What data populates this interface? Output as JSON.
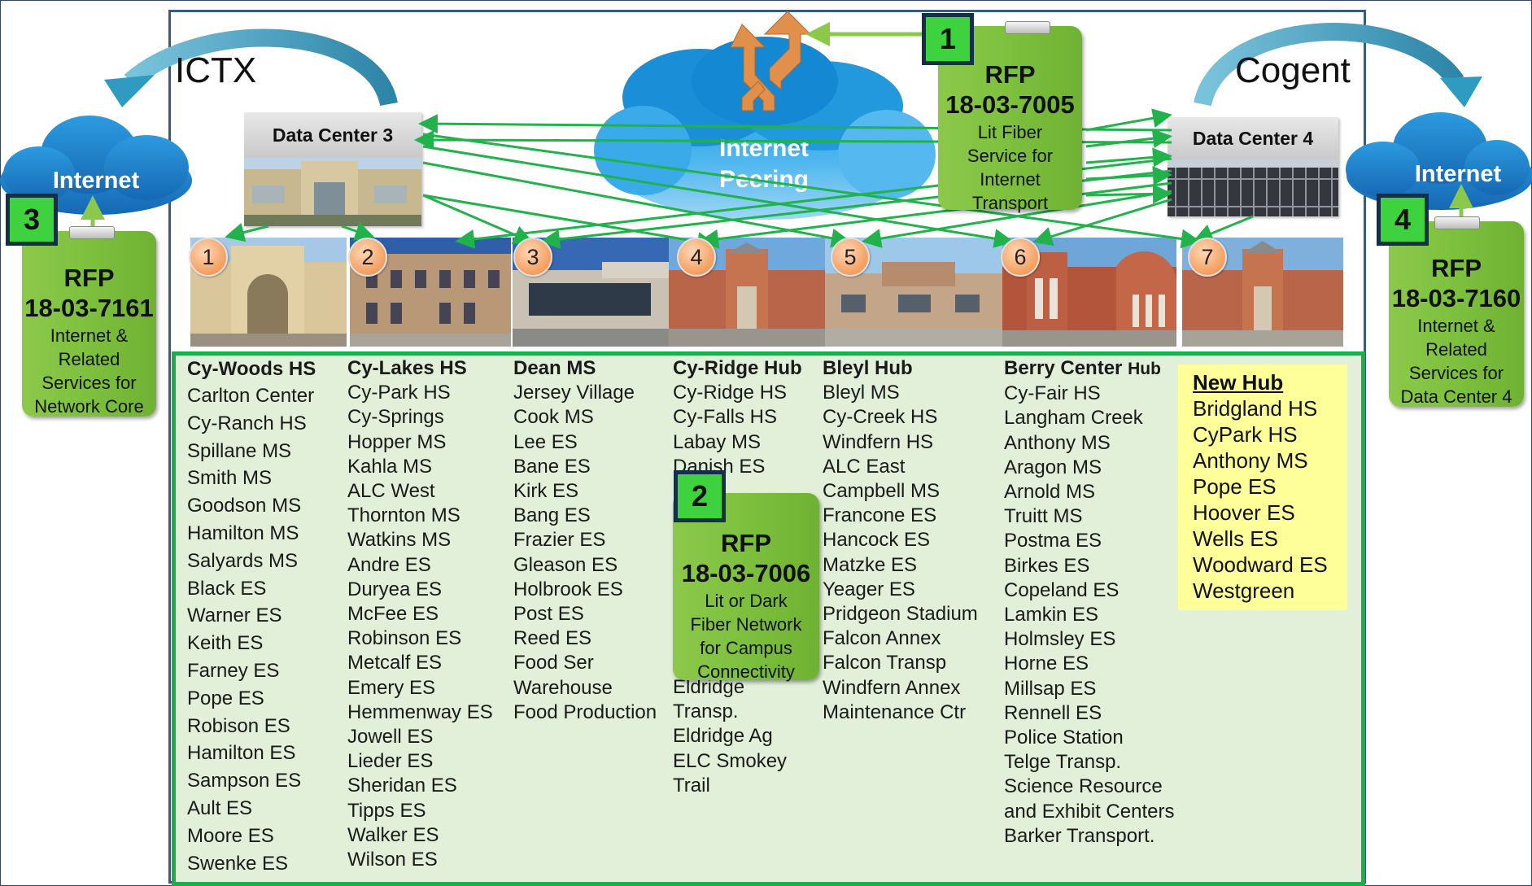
{
  "labels": {
    "ictx": "ICTX",
    "cogent": "Cogent",
    "internet_left": "Internet",
    "internet_right": "Internet",
    "internet_peering_line1": "Internet",
    "internet_peering_line2": "Peering",
    "dc3": "Data Center 3",
    "dc4": "Data Center 4"
  },
  "rfps": {
    "r1": {
      "step": "1",
      "rfp": "RFP",
      "number": "18-03-7005",
      "desc": [
        "Lit Fiber",
        "Service for",
        "Internet",
        "Transport"
      ]
    },
    "r2": {
      "step": "2",
      "rfp": "RFP",
      "number": "18-03-7006",
      "desc": [
        "Lit or Dark",
        "Fiber Network",
        "for Campus",
        "Connectivity"
      ]
    },
    "r3": {
      "step": "3",
      "rfp": "RFP",
      "number": "18-03-7161",
      "desc": [
        "Internet &",
        "Related",
        "Services for",
        "Network Core"
      ]
    },
    "r4": {
      "step": "4",
      "rfp": "RFP",
      "number": "18-03-7160",
      "desc": [
        "Internet &",
        "Related",
        "Services for",
        "Data Center 4"
      ]
    }
  },
  "hub_badges": [
    "1",
    "2",
    "3",
    "4",
    "5",
    "6",
    "7"
  ],
  "columns": [
    {
      "header": "Cy-Woods HS",
      "items": [
        "Carlton Center",
        "Cy-Ranch HS",
        "Spillane MS",
        "Smith MS",
        "Goodson MS",
        "Hamilton MS",
        "Salyards MS",
        "Black ES",
        "Warner ES",
        "Keith ES",
        "Farney ES",
        "Pope ES",
        "Robison ES",
        "Hamilton ES",
        "Sampson ES",
        "Ault ES",
        "Moore ES",
        "Swenke ES"
      ]
    },
    {
      "header": "Cy-Lakes HS",
      "items": [
        "Cy-Park HS",
        "Cy-Springs",
        "Hopper MS",
        "Kahla MS",
        "ALC West",
        "Thornton MS",
        "Watkins MS",
        "Andre ES",
        "Duryea ES",
        "McFee ES",
        "Robinson ES",
        "Metcalf ES",
        "Emery ES",
        "Hemmenway ES",
        "Jowell ES",
        "Lieder ES",
        "Sheridan ES",
        "Tipps ES",
        "Walker ES",
        "Wilson ES"
      ]
    },
    {
      "header": "Dean MS",
      "items": [
        "Jersey Village",
        "Cook MS",
        "Lee ES",
        "Bane ES",
        "Kirk ES",
        "Bang ES",
        "Frazier ES",
        "Gleason ES",
        "Holbrook ES",
        "Post ES",
        "Reed ES",
        "Food Ser",
        "Warehouse",
        "Food Production"
      ]
    },
    {
      "header": "Cy-Ridge Hub",
      "items_top": [
        "Cy-Ridge HS",
        "Cy-Falls HS",
        "Labay MS",
        "Danish ES"
      ],
      "items_bottom": [
        "Eldridge",
        "Transp.",
        "Eldridge Ag",
        "ELC Smokey",
        "Trail"
      ]
    },
    {
      "header": "Bleyl Hub",
      "items": [
        "Bleyl MS",
        "Cy-Creek HS",
        "Windfern HS",
        "ALC East",
        "Campbell MS",
        "Francone ES",
        "Hancock ES",
        "Matzke ES",
        "Yeager ES",
        "Pridgeon Stadium",
        "Falcon Annex",
        "Falcon Transp",
        "Windfern Annex",
        "Maintenance Ctr"
      ]
    },
    {
      "header": "Berry Center",
      "header_suffix": "Hub",
      "items": [
        "Cy-Fair HS",
        "Langham Creek",
        "Anthony MS",
        "Aragon MS",
        "Arnold MS",
        "Truitt MS",
        "Postma ES",
        "Birkes ES",
        "Copeland ES",
        "Lamkin ES",
        "Holmsley ES",
        "Horne ES",
        "Millsap ES",
        "Rennell ES",
        "Police Station",
        "Telge Transp.",
        "Science Resource",
        "and Exhibit Centers",
        "Barker Transport."
      ]
    }
  ],
  "new_hub": {
    "header": "New Hub",
    "items": [
      "Bridgland HS",
      "CyPark HS",
      "Anthony MS",
      "Pope ES",
      "Hoover ES",
      "Wells ES",
      "Woodward ES",
      "Westgreen"
    ]
  },
  "colors": {
    "green_line": "#21b24b",
    "rfp_green": "#7dc03e",
    "panel_green": "#e2efd9",
    "panel_border": "#19b04a",
    "cloud_blue": "#1e88d0",
    "arrow_teal": "#2f9bc0",
    "new_hub_yellow": "#ffff99"
  }
}
